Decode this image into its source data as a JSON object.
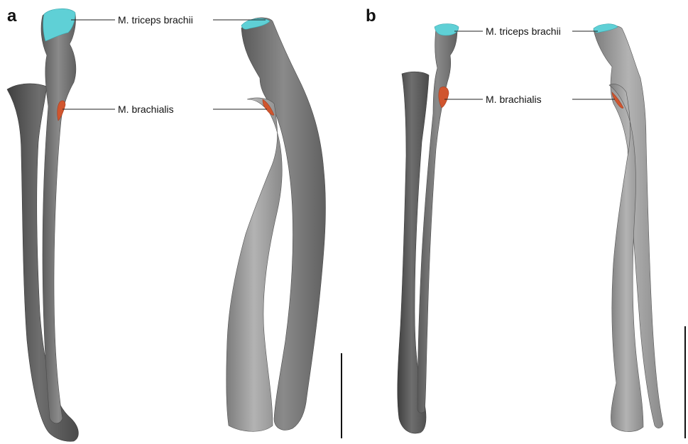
{
  "panels": {
    "a": {
      "letter": "a",
      "labels": {
        "triceps": "M. triceps brachii",
        "brachialis": "M. brachialis"
      }
    },
    "b": {
      "letter": "b",
      "labels": {
        "triceps": "M. triceps brachii",
        "brachialis": "M. brachialis"
      }
    }
  },
  "colors": {
    "triceps_attachment": "#5fd0d6",
    "brachialis_attachment": "#d0552e",
    "bone_dark": "#5e5e5e",
    "bone_light": "#9a9a9a",
    "background": "#ffffff"
  },
  "scale_bars": 2
}
